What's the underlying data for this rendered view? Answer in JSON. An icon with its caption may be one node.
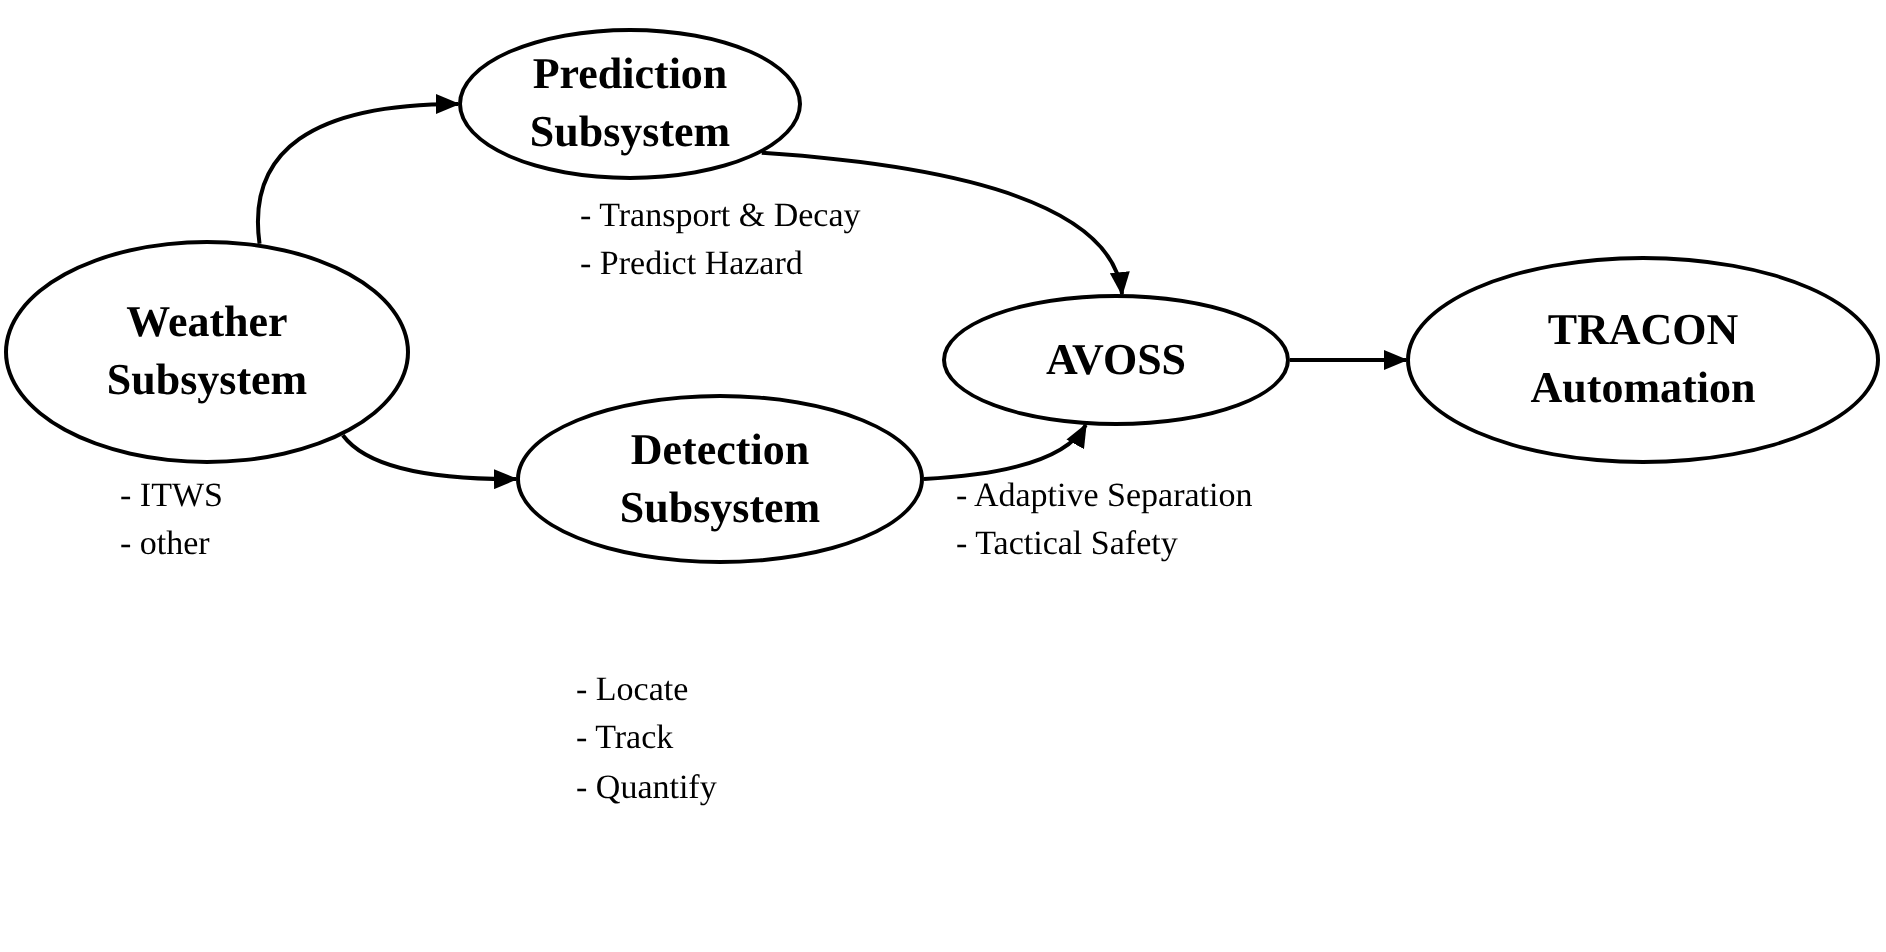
{
  "diagram": {
    "nodes": [
      {
        "text": [
          "Prediction Subsystem"
        ],
        "beside": [
          "- Transport & Decay",
          "- Predict Hazard"
        ]
      },
      {
        "text": [
          "Weather Subsystem"
        ],
        "beside": [
          "- ITWS",
          "- other"
        ]
      },
      {
        "text": [
          "AVOSS"
        ],
        "beside": [
          "- Adaptive Separation",
          "- Tactical Safety"
        ]
      },
      {
        "text": [
          "TRACON Automation"
        ]
      },
      {
        "text": [
          "Detection Subsystem"
        ],
        "beside": [
          "- Locate",
          "- Track",
          "- Quantify"
        ]
      }
    ],
    "edges": [
      {
        "from": 1,
        "to": 0,
        "arrow": "to"
      },
      {
        "from": 0,
        "to": 2,
        "arrow": "to"
      },
      {
        "from": 1,
        "to": 4,
        "arrow": "to"
      },
      {
        "from": 4,
        "to": 2,
        "arrow": "to"
      },
      {
        "from": 2,
        "to": 3,
        "arrow": "to"
      }
    ]
  }
}
